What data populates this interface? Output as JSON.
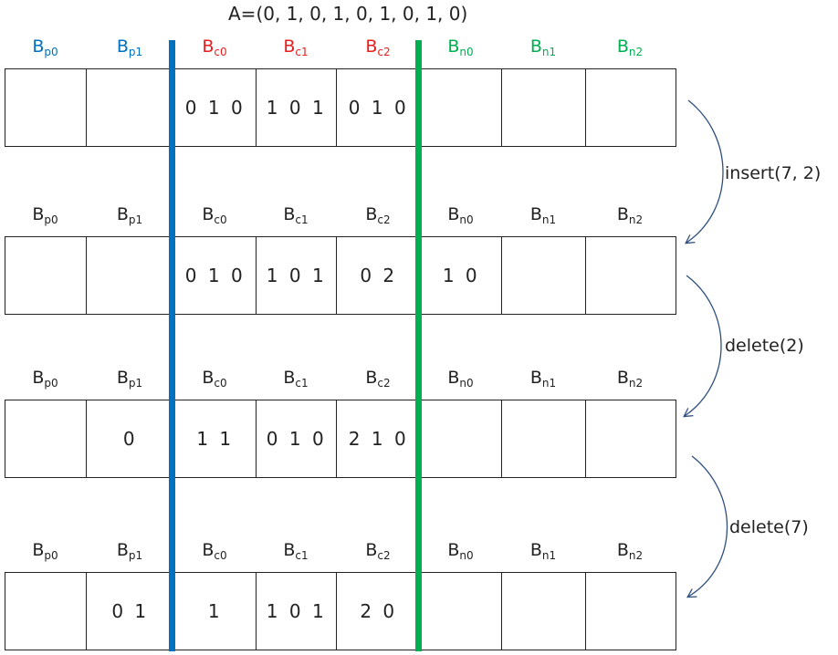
{
  "title": "A=(0, 1, 0, 1, 0, 1, 0, 1, 0)",
  "colors": {
    "prev": "#0070c0",
    "current": "#e81e1e",
    "next": "#00b050",
    "neutral": "#222222"
  },
  "block_labels": [
    {
      "base": "B",
      "sub": "p0",
      "group": "prev"
    },
    {
      "base": "B",
      "sub": "p1",
      "group": "prev"
    },
    {
      "base": "B",
      "sub": "c0",
      "group": "current"
    },
    {
      "base": "B",
      "sub": "c1",
      "group": "current"
    },
    {
      "base": "B",
      "sub": "c2",
      "group": "current"
    },
    {
      "base": "B",
      "sub": "n0",
      "group": "next"
    },
    {
      "base": "B",
      "sub": "n1",
      "group": "next"
    },
    {
      "base": "B",
      "sub": "n2",
      "group": "next"
    }
  ],
  "rows": [
    {
      "colored_labels": true,
      "cells": [
        "",
        "",
        "0 1 0",
        "1 0 1",
        "0 1 0",
        "",
        "",
        ""
      ]
    },
    {
      "colored_labels": false,
      "cells": [
        "",
        "",
        "0 1 0",
        "1 0 1",
        "0 2",
        "1 0",
        "",
        ""
      ]
    },
    {
      "colored_labels": false,
      "cells": [
        "",
        "0",
        "1 1",
        "0 1 0",
        "2 1 0",
        "",
        "",
        ""
      ]
    },
    {
      "colored_labels": false,
      "cells": [
        "",
        "0 1",
        "1",
        "1 0 1",
        "2 0",
        "",
        "",
        ""
      ]
    }
  ],
  "operations": [
    "insert(7, 2)",
    "delete(2)",
    "delete(7)"
  ]
}
